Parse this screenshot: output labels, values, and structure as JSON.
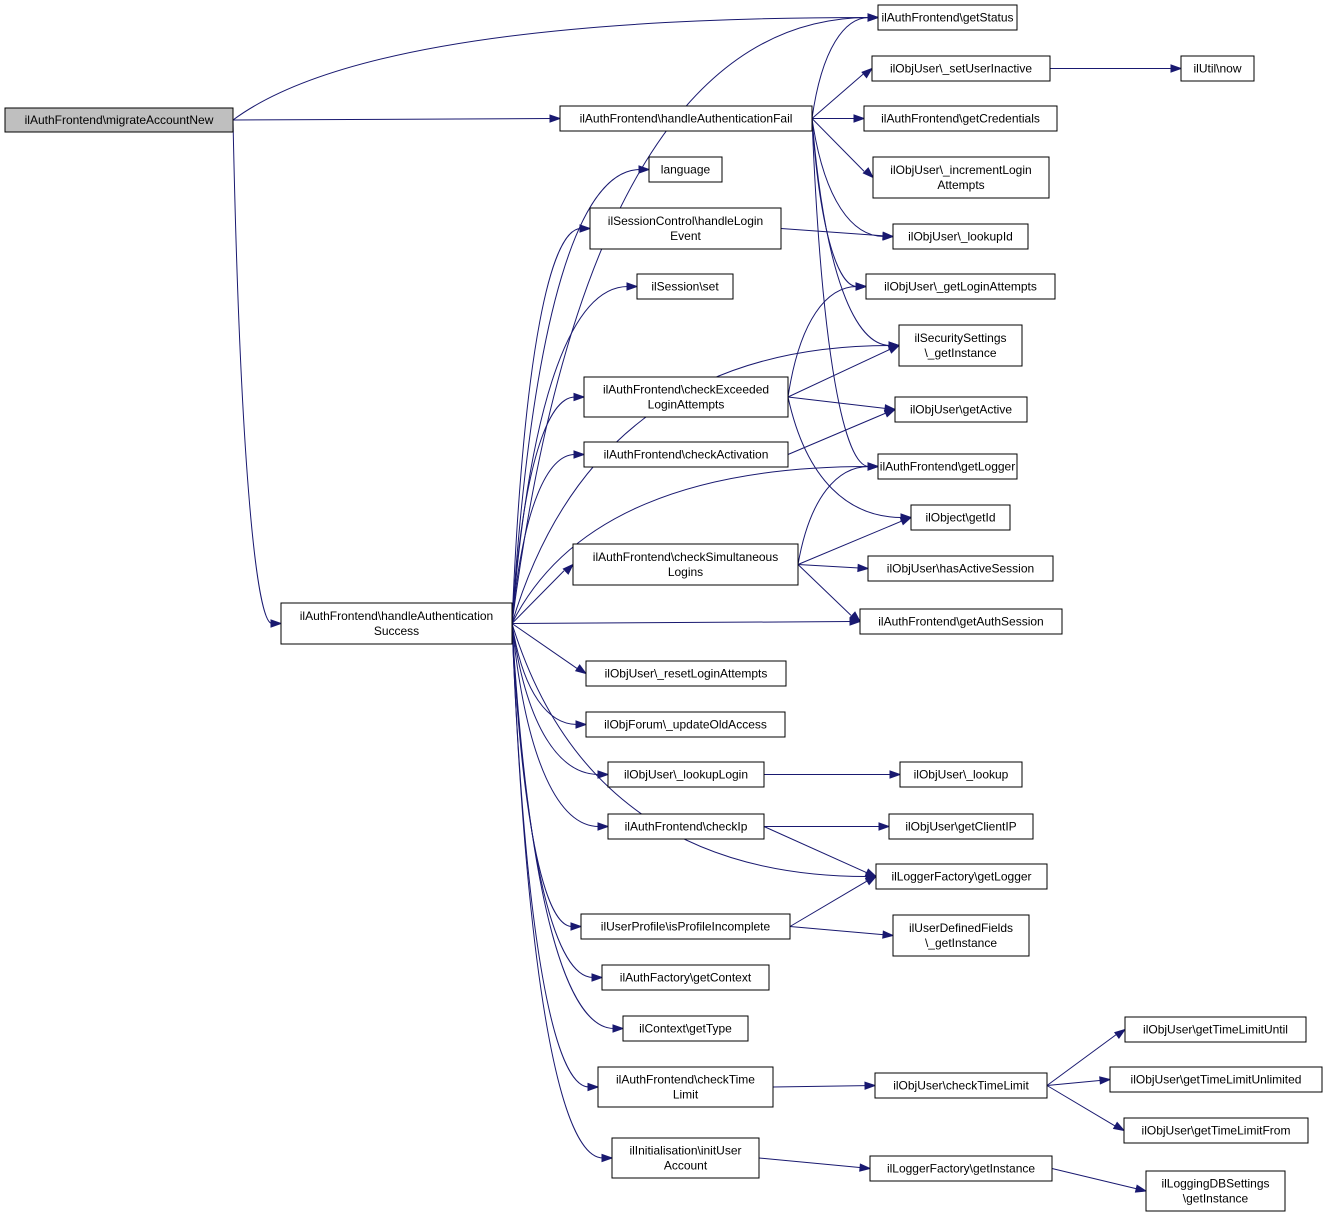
{
  "colors": {
    "edge": "#191970",
    "root_fill": "#bfbfbf",
    "node_fill": "#ffffff",
    "node_border": "#000000"
  },
  "nodes": [
    {
      "id": "migrateAccountNew",
      "lines": [
        "ilAuthFrontend\\migrateAccountNew"
      ],
      "root": true
    },
    {
      "id": "getStatus",
      "lines": [
        "ilAuthFrontend\\getStatus"
      ]
    },
    {
      "id": "handleAuthFail",
      "lines": [
        "ilAuthFrontend\\handleAuthenticationFail"
      ]
    },
    {
      "id": "setUserInactive",
      "lines": [
        "ilObjUser\\_setUserInactive"
      ]
    },
    {
      "id": "utilNow",
      "lines": [
        "ilUtil\\now"
      ]
    },
    {
      "id": "getCredentials",
      "lines": [
        "ilAuthFrontend\\getCredentials"
      ]
    },
    {
      "id": "incrementLogin",
      "lines": [
        "ilObjUser\\_incrementLogin",
        "Attempts"
      ]
    },
    {
      "id": "language",
      "lines": [
        "language"
      ]
    },
    {
      "id": "handleLoginEvent",
      "lines": [
        "ilSessionControl\\handleLogin",
        "Event"
      ]
    },
    {
      "id": "lookupId",
      "lines": [
        "ilObjUser\\_lookupId"
      ]
    },
    {
      "id": "getLoginAttempts",
      "lines": [
        "ilObjUser\\_getLoginAttempts"
      ]
    },
    {
      "id": "sessionSet",
      "lines": [
        "ilSession\\set"
      ]
    },
    {
      "id": "securityGetInstance",
      "lines": [
        "ilSecuritySettings",
        "\\_getInstance"
      ]
    },
    {
      "id": "checkExceeded",
      "lines": [
        "ilAuthFrontend\\checkExceeded",
        "LoginAttempts"
      ]
    },
    {
      "id": "getActive",
      "lines": [
        "ilObjUser\\getActive"
      ]
    },
    {
      "id": "checkActivation",
      "lines": [
        "ilAuthFrontend\\checkActivation"
      ]
    },
    {
      "id": "frontendGetLogger",
      "lines": [
        "ilAuthFrontend\\getLogger"
      ]
    },
    {
      "id": "objectGetId",
      "lines": [
        "ilObject\\getId"
      ]
    },
    {
      "id": "checkSimultaneous",
      "lines": [
        "ilAuthFrontend\\checkSimultaneous",
        "Logins"
      ]
    },
    {
      "id": "hasActiveSession",
      "lines": [
        "ilObjUser\\hasActiveSession"
      ]
    },
    {
      "id": "handleAuthSuccess",
      "lines": [
        "ilAuthFrontend\\handleAuthentication",
        "Success"
      ]
    },
    {
      "id": "getAuthSession",
      "lines": [
        "ilAuthFrontend\\getAuthSession"
      ]
    },
    {
      "id": "resetLoginAttempts",
      "lines": [
        "ilObjUser\\_resetLoginAttempts"
      ]
    },
    {
      "id": "updateOldAccess",
      "lines": [
        "ilObjForum\\_updateOldAccess"
      ]
    },
    {
      "id": "lookupLogin",
      "lines": [
        "ilObjUser\\_lookupLogin"
      ]
    },
    {
      "id": "lookup",
      "lines": [
        "ilObjUser\\_lookup"
      ]
    },
    {
      "id": "checkIp",
      "lines": [
        "ilAuthFrontend\\checkIp"
      ]
    },
    {
      "id": "getClientIP",
      "lines": [
        "ilObjUser\\getClientIP"
      ]
    },
    {
      "id": "factoryGetLogger",
      "lines": [
        "ilLoggerFactory\\getLogger"
      ]
    },
    {
      "id": "isProfileIncomplete",
      "lines": [
        "ilUserProfile\\isProfileIncomplete"
      ]
    },
    {
      "id": "userDefinedFields",
      "lines": [
        "ilUserDefinedFields",
        "\\_getInstance"
      ]
    },
    {
      "id": "getContext",
      "lines": [
        "ilAuthFactory\\getContext"
      ]
    },
    {
      "id": "getType",
      "lines": [
        "ilContext\\getType"
      ]
    },
    {
      "id": "getTimeLimitUntil",
      "lines": [
        "ilObjUser\\getTimeLimitUntil"
      ]
    },
    {
      "id": "checkTimeLimit",
      "lines": [
        "ilAuthFrontend\\checkTime",
        "Limit"
      ]
    },
    {
      "id": "objCheckTimeLimit",
      "lines": [
        "ilObjUser\\checkTimeLimit"
      ]
    },
    {
      "id": "getTimeLimitUnlimited",
      "lines": [
        "ilObjUser\\getTimeLimitUnlimited"
      ]
    },
    {
      "id": "getTimeLimitFrom",
      "lines": [
        "ilObjUser\\getTimeLimitFrom"
      ]
    },
    {
      "id": "initUserAccount",
      "lines": [
        "ilInitialisation\\initUser",
        "Account"
      ]
    },
    {
      "id": "factoryGetInstance",
      "lines": [
        "ilLoggerFactory\\getInstance"
      ]
    },
    {
      "id": "loggingDBSettings",
      "lines": [
        "ilLoggingDBSettings",
        "\\getInstance"
      ]
    }
  ],
  "edges": [
    [
      "migrateAccountNew",
      "getStatus"
    ],
    [
      "migrateAccountNew",
      "handleAuthFail"
    ],
    [
      "migrateAccountNew",
      "handleAuthSuccess"
    ],
    [
      "handleAuthFail",
      "getStatus"
    ],
    [
      "handleAuthFail",
      "setUserInactive"
    ],
    [
      "handleAuthFail",
      "getCredentials"
    ],
    [
      "handleAuthFail",
      "incrementLogin"
    ],
    [
      "handleAuthFail",
      "lookupId"
    ],
    [
      "handleAuthFail",
      "getLoginAttempts"
    ],
    [
      "handleAuthFail",
      "securityGetInstance"
    ],
    [
      "handleAuthFail",
      "frontendGetLogger"
    ],
    [
      "setUserInactive",
      "utilNow"
    ],
    [
      "handleLoginEvent",
      "lookupId"
    ],
    [
      "checkExceeded",
      "getLoginAttempts"
    ],
    [
      "checkExceeded",
      "securityGetInstance"
    ],
    [
      "checkExceeded",
      "getActive"
    ],
    [
      "checkExceeded",
      "objectGetId"
    ],
    [
      "checkActivation",
      "getActive"
    ],
    [
      "checkSimultaneous",
      "frontendGetLogger"
    ],
    [
      "checkSimultaneous",
      "objectGetId"
    ],
    [
      "checkSimultaneous",
      "hasActiveSession"
    ],
    [
      "checkSimultaneous",
      "getAuthSession"
    ],
    [
      "handleAuthSuccess",
      "getStatus"
    ],
    [
      "handleAuthSuccess",
      "language"
    ],
    [
      "handleAuthSuccess",
      "handleLoginEvent"
    ],
    [
      "handleAuthSuccess",
      "sessionSet"
    ],
    [
      "handleAuthSuccess",
      "securityGetInstance"
    ],
    [
      "handleAuthSuccess",
      "checkExceeded"
    ],
    [
      "handleAuthSuccess",
      "checkActivation"
    ],
    [
      "handleAuthSuccess",
      "frontendGetLogger"
    ],
    [
      "handleAuthSuccess",
      "checkSimultaneous"
    ],
    [
      "handleAuthSuccess",
      "getAuthSession"
    ],
    [
      "handleAuthSuccess",
      "resetLoginAttempts"
    ],
    [
      "handleAuthSuccess",
      "updateOldAccess"
    ],
    [
      "handleAuthSuccess",
      "lookupLogin"
    ],
    [
      "handleAuthSuccess",
      "checkIp"
    ],
    [
      "handleAuthSuccess",
      "factoryGetLogger"
    ],
    [
      "handleAuthSuccess",
      "isProfileIncomplete"
    ],
    [
      "handleAuthSuccess",
      "getContext"
    ],
    [
      "handleAuthSuccess",
      "getType"
    ],
    [
      "handleAuthSuccess",
      "checkTimeLimit"
    ],
    [
      "handleAuthSuccess",
      "initUserAccount"
    ],
    [
      "lookupLogin",
      "lookup"
    ],
    [
      "checkIp",
      "getClientIP"
    ],
    [
      "checkIp",
      "factoryGetLogger"
    ],
    [
      "isProfileIncomplete",
      "factoryGetLogger"
    ],
    [
      "isProfileIncomplete",
      "userDefinedFields"
    ],
    [
      "checkTimeLimit",
      "objCheckTimeLimit"
    ],
    [
      "objCheckTimeLimit",
      "getTimeLimitUntil"
    ],
    [
      "objCheckTimeLimit",
      "getTimeLimitUnlimited"
    ],
    [
      "objCheckTimeLimit",
      "getTimeLimitFrom"
    ],
    [
      "initUserAccount",
      "factoryGetInstance"
    ],
    [
      "factoryGetInstance",
      "loggingDBSettings"
    ]
  ]
}
